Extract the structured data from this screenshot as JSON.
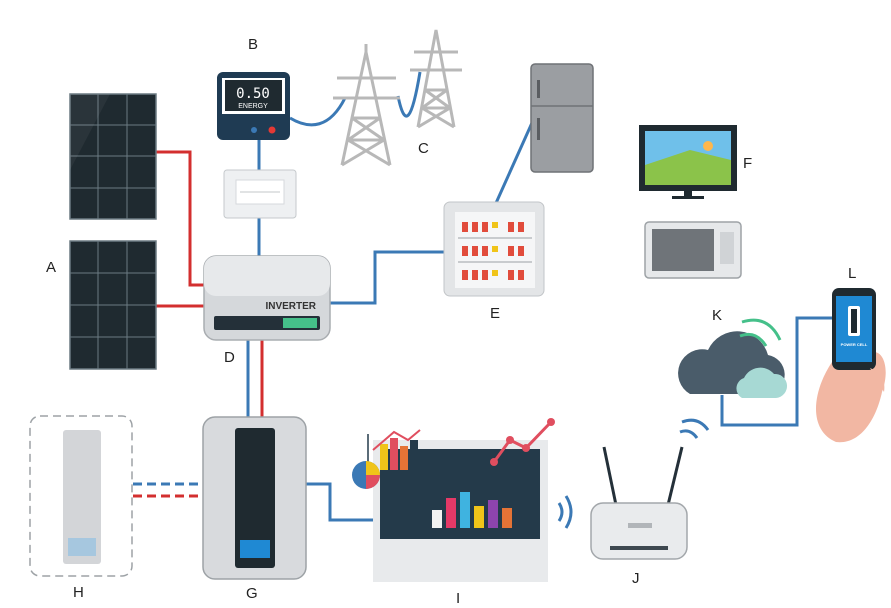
{
  "labels": {
    "a": "A",
    "b": "B",
    "c": "C",
    "d": "D",
    "e": "E",
    "f": "F",
    "g": "G",
    "h": "H",
    "i": "I",
    "j": "J",
    "k": "K",
    "l": "L"
  },
  "meter": {
    "reading": "0.50",
    "unit": "ENERGY"
  },
  "inverter": {
    "brand": "INVERTER"
  },
  "phone": {
    "app_label": "POWER CELL"
  },
  "colors": {
    "dc_wire": "#d32f2f",
    "data_wire": "#3b79b5",
    "panel": "#1f2a30",
    "device_gray": "#c9ccd0",
    "screen_dark": "#243a4a",
    "accent_green": "#45c08a"
  },
  "icons": [
    "solar-panel-icon",
    "energy-meter-icon",
    "power-pylon-icon",
    "refrigerator-icon",
    "tv-icon",
    "microwave-icon",
    "inverter-icon",
    "breaker-panel-icon",
    "battery-icon",
    "monitor-icon",
    "router-icon",
    "cloud-icon",
    "smartphone-icon",
    "wifi-icon"
  ]
}
